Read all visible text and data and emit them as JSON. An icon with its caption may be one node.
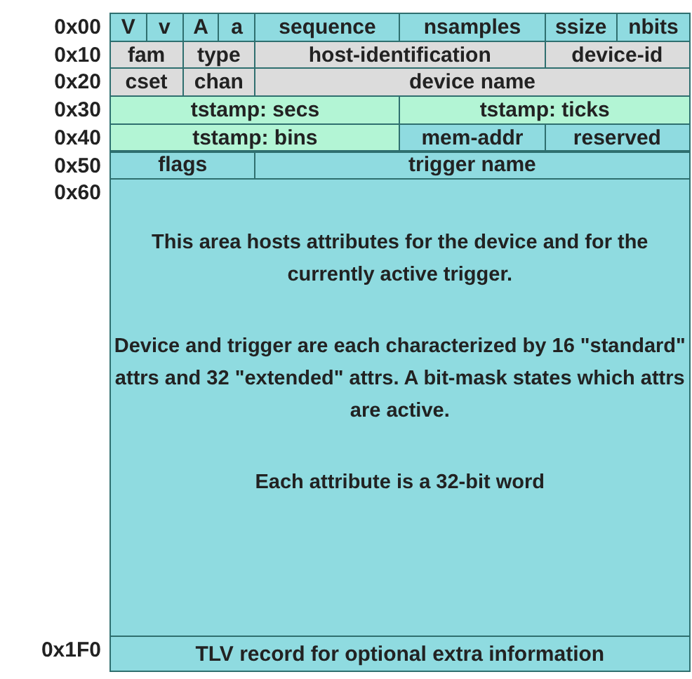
{
  "diagram": {
    "nodes": [
      {
        "text": [
          "V"
        ]
      },
      {
        "text": [
          "v"
        ]
      },
      {
        "text": [
          "A"
        ]
      },
      {
        "text": [
          "a"
        ]
      },
      {
        "text": [
          "sequence"
        ]
      },
      {
        "text": [
          "nsamples"
        ]
      },
      {
        "text": [
          "ssize"
        ]
      },
      {
        "text": [
          "nbits"
        ]
      },
      {
        "text": [
          "fam"
        ]
      },
      {
        "text": [
          "type"
        ]
      },
      {
        "text": [
          "host-identification"
        ]
      },
      {
        "text": [
          "device-id"
        ]
      },
      {
        "text": [
          "cset"
        ]
      },
      {
        "text": [
          "chan"
        ]
      },
      {
        "text": [
          "device name"
        ]
      },
      {
        "text": [
          "tstamp: secs"
        ]
      },
      {
        "text": [
          "tstamp: ticks"
        ]
      },
      {
        "text": [
          "tstamp: bins"
        ]
      },
      {
        "text": [
          "mem-addr"
        ]
      },
      {
        "text": [
          "reserved"
        ]
      },
      {
        "text": [
          "flags"
        ]
      },
      {
        "text": [
          "trigger name"
        ]
      },
      {
        "text": [
          "This area hosts attributes for the device and for the currently active trigger.",
          "Device and trigger are each characterized by 16 \"standard\" attrs and 32 \"extended\" attrs. A bit-mask states which attrs are active.",
          "Each attribute is a 32-bit word"
        ]
      },
      {
        "text": [
          "TLV record for optional extra information"
        ]
      }
    ],
    "edges": [],
    "labels": [
      "0x00",
      "0x10",
      "0x20",
      "0x30",
      "0x40",
      "0x50",
      "0x60",
      "0x1F0"
    ]
  }
}
